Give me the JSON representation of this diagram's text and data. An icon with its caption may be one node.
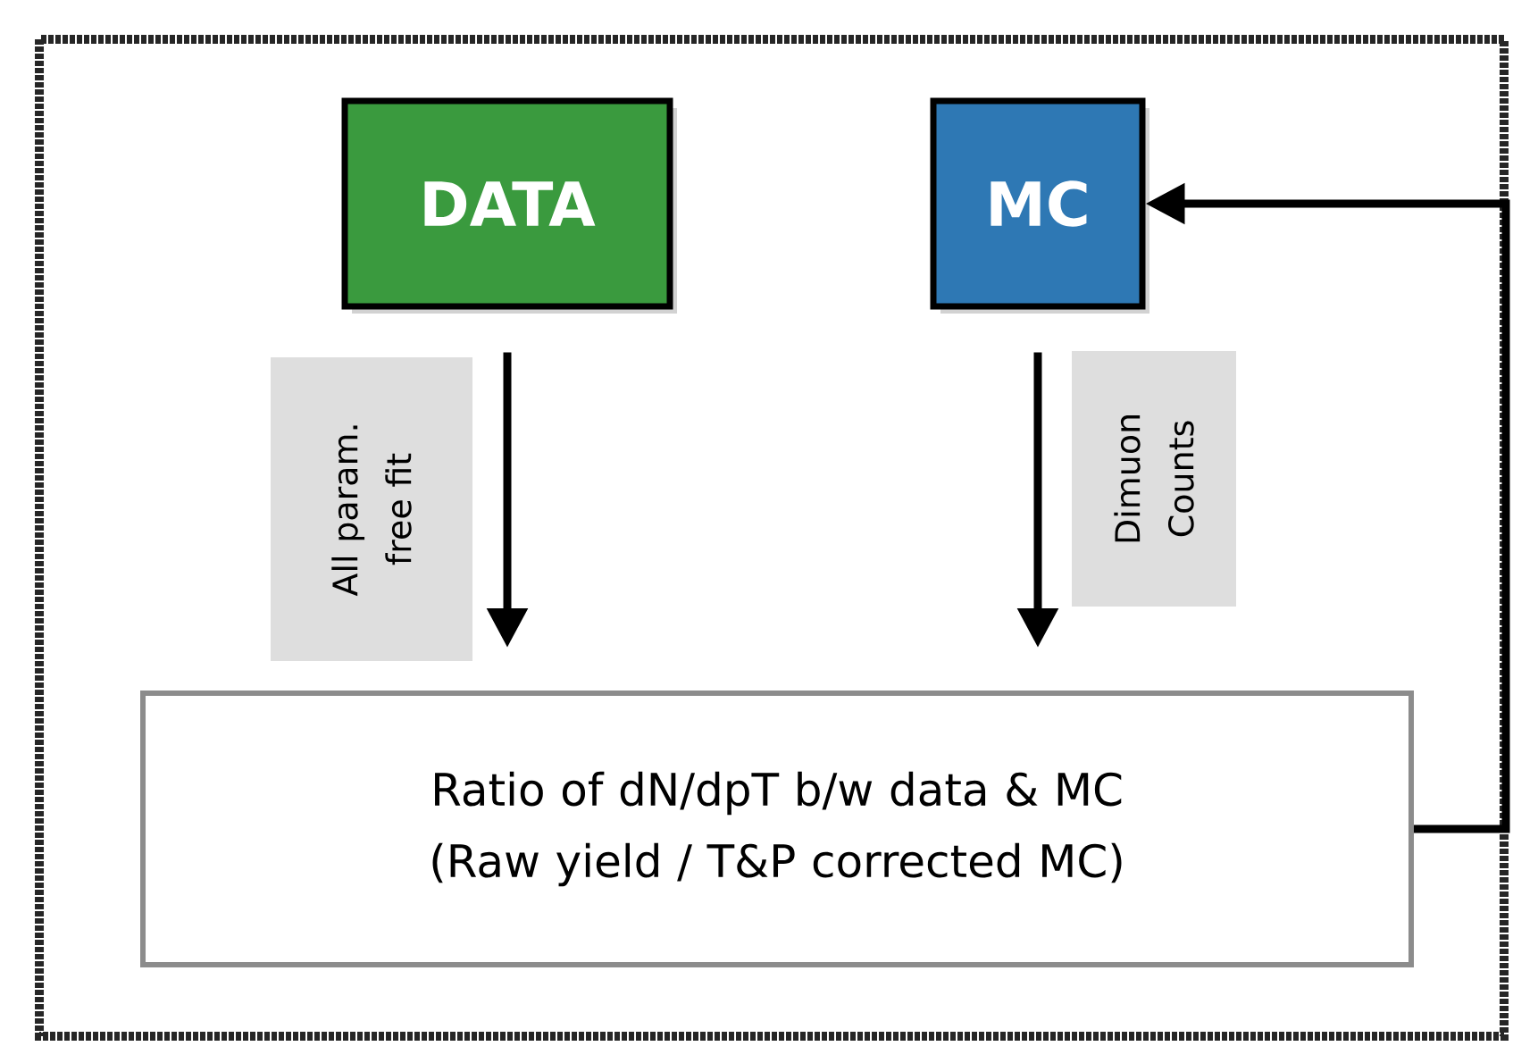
{
  "diagram": {
    "nodes": [
      {
        "text": [
          "DATA"
        ]
      },
      {
        "text": [
          "MC"
        ]
      },
      {
        "text": [
          "Ratio of dN/dpT b/w data & MC (Raw yield / T&P corrected MC)"
        ]
      }
    ],
    "edges": [
      {
        "from": 0,
        "to": 2,
        "arrow": "to",
        "label": "All param. free fit"
      },
      {
        "from": 1,
        "to": 2,
        "arrow": "to",
        "label": "Dimuon Counts"
      },
      {
        "from": 2,
        "to": 1,
        "arrow": "to"
      }
    ]
  }
}
